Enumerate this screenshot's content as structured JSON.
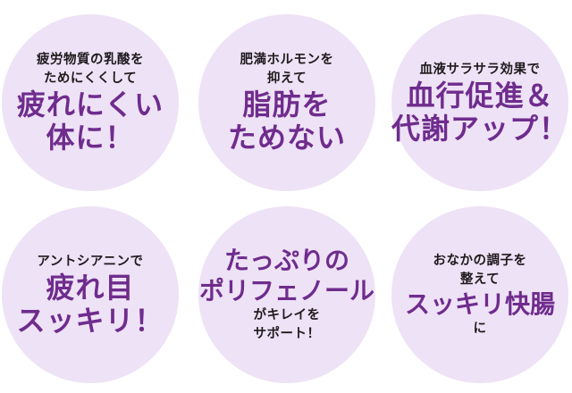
{
  "colors": {
    "background": "#ffffff",
    "circle_fill": "#eee2f6",
    "accent_text": "#6f2c8d",
    "body_text": "#1e1a1c"
  },
  "badges": [
    {
      "lines_top": [
        "疲労物質の乳酸を",
        "ためにくくして"
      ],
      "lines_big": [
        "疲れにくい",
        "体に！"
      ],
      "lines_bottom": []
    },
    {
      "lines_top": [
        "肥満ホルモンを",
        "抑えて"
      ],
      "lines_big": [
        "脂肪を",
        "ためない"
      ],
      "lines_bottom": []
    },
    {
      "lines_top": [
        "血液サラサラ効果で"
      ],
      "lines_big": [
        "血行促進＆",
        "代謝アップ！"
      ],
      "lines_bottom": []
    },
    {
      "lines_top": [
        "アントシアニンで"
      ],
      "lines_big": [
        "疲れ目",
        "スッキリ！"
      ],
      "lines_bottom": []
    },
    {
      "lines_top": [],
      "lines_big": [
        "たっぷりの",
        "ポリフェノール"
      ],
      "lines_bottom": [
        "がキレイを",
        "サポート！"
      ]
    },
    {
      "lines_top": [
        "おなかの調子を",
        "整えて"
      ],
      "lines_big": [
        "スッキリ快腸"
      ],
      "lines_bottom": [
        "に"
      ]
    }
  ]
}
